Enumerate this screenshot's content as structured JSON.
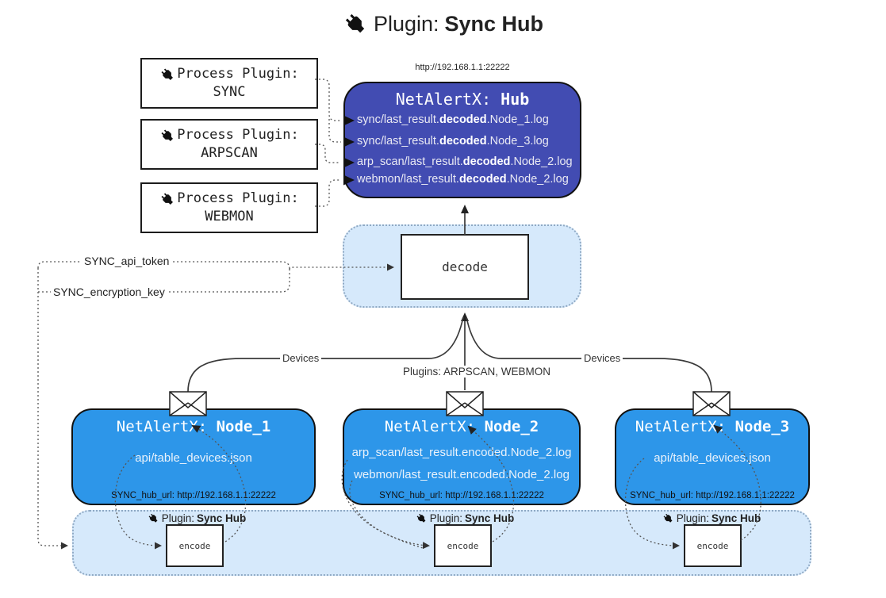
{
  "title": {
    "prefix": "Plugin: ",
    "bold": "Sync Hub"
  },
  "process_plugins": [
    {
      "line1": "Process Plugin:",
      "line2": "SYNC"
    },
    {
      "line1": "Process Plugin:",
      "line2": "ARPSCAN"
    },
    {
      "line1": "Process Plugin:",
      "line2": "WEBMON"
    }
  ],
  "hub": {
    "url": "http://192.168.1.1:22222",
    "title_prefix": "NetAlertX: ",
    "title_bold": "Hub",
    "log_lines": [
      {
        "pre": "sync/last_result.",
        "bold": "decoded",
        "post": ".Node_1.log"
      },
      {
        "pre": "sync/last_result.",
        "bold": "decoded",
        "post": ".Node_3.log"
      },
      {
        "pre": "arp_scan/last_result.",
        "bold": "decoded",
        "post": ".Node_2.log"
      },
      {
        "pre": "webmon/last_result.",
        "bold": "decoded",
        "post": ".Node_2.log"
      }
    ]
  },
  "decode": {
    "label": "decode"
  },
  "env_vars": {
    "api_token": "SYNC_api_token",
    "encryption_key": "SYNC_encryption_key"
  },
  "edge_labels": {
    "devices_left": "Devices",
    "devices_right": "Devices",
    "plugins": "Plugins: ARPSCAN, WEBMON"
  },
  "nodes": [
    {
      "title_prefix": "NetAlertX: ",
      "title_bold": "Node_1",
      "file1": "api/table_devices.json",
      "hub_url": "SYNC_hub_url: http://192.168.1.1:22222"
    },
    {
      "title_prefix": "NetAlertX: ",
      "title_bold": "Node_2",
      "file1": "arp_scan/last_result.encoded.Node_2.log",
      "file2": "webmon/last_result.encoded.Node_2.log",
      "hub_url": "SYNC_hub_url: http://192.168.1.1:22222"
    },
    {
      "title_prefix": "NetAlertX: ",
      "title_bold": "Node_3",
      "file1": "api/table_devices.json",
      "hub_url": "SYNC_hub_url: http://192.168.1.1:22222"
    }
  ],
  "encode_band": {
    "plugin_label_prefix": "Plugin: ",
    "plugin_label_bold": "Sync Hub",
    "encode_label": "encode"
  },
  "icons": {
    "plug": "plug-icon",
    "envelope": "envelope-icon"
  },
  "colors": {
    "hub_fill": "#424CB2",
    "node_fill": "#2D96E9",
    "panel_fill": "#D6E9FB",
    "panel_border": "#8FA9C4",
    "box_border": "#111111",
    "connector": "#3d3d3d"
  }
}
